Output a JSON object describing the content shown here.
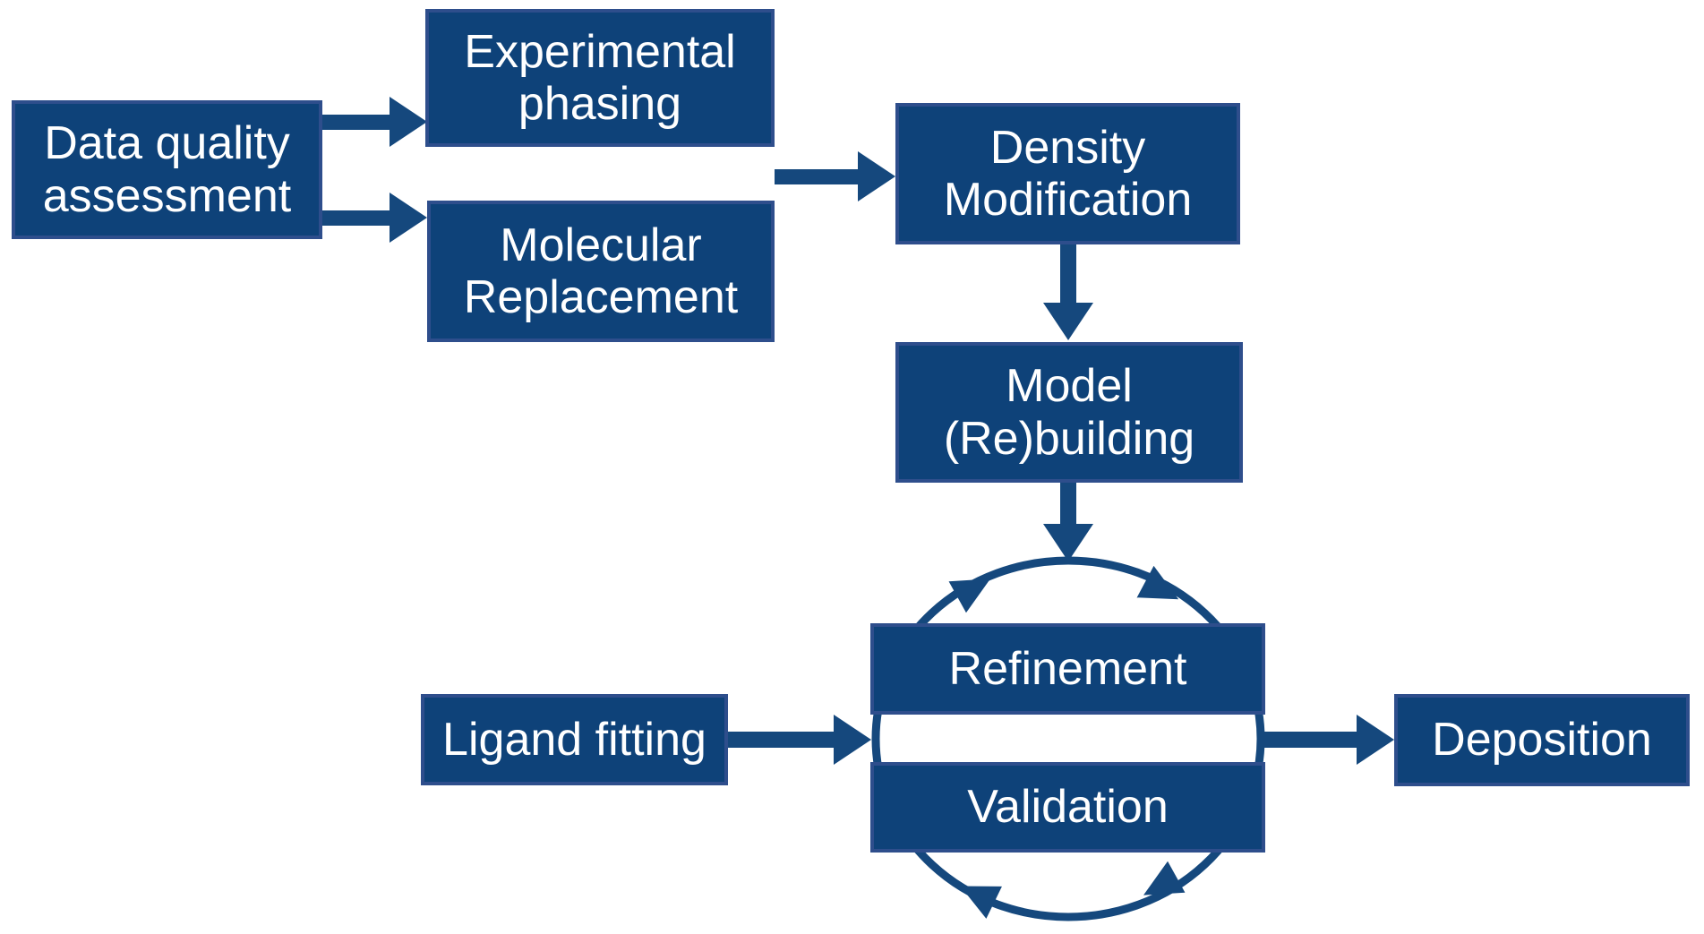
{
  "diagram": {
    "type": "flowchart",
    "subject": "crystallographic structure solution workflow",
    "colors": {
      "node_fill": "#0E4279",
      "node_border": "#2E4E8C",
      "arrow": "#15487D",
      "text": "#FFFFFF",
      "background": "#FFFFFF"
    },
    "nodes": {
      "data_quality_assessment": {
        "label": "Data quality\nassessment"
      },
      "experimental_phasing": {
        "label": "Experimental\nphasing"
      },
      "molecular_replacement": {
        "label": "Molecular\nReplacement"
      },
      "density_modification": {
        "label": "Density\nModification"
      },
      "model_rebuilding": {
        "label": "Model\n(Re)building"
      },
      "refinement": {
        "label": "Refinement"
      },
      "validation": {
        "label": "Validation"
      },
      "ligand_fitting": {
        "label": "Ligand fitting"
      },
      "deposition": {
        "label": "Deposition"
      }
    },
    "edges": [
      {
        "from": "Data quality assessment",
        "to": "Experimental phasing"
      },
      {
        "from": "Data quality assessment",
        "to": "Molecular Replacement"
      },
      {
        "from": "Experimental phasing / Molecular Replacement",
        "to": "Density Modification"
      },
      {
        "from": "Density Modification",
        "to": "Model (Re)building"
      },
      {
        "from": "Model (Re)building",
        "to": "Refinement-Validation cycle"
      },
      {
        "from": "Ligand fitting",
        "to": "Refinement-Validation cycle"
      },
      {
        "from": "Refinement-Validation cycle",
        "to": "Deposition"
      },
      {
        "from": "Refinement",
        "to": "Validation",
        "style": "circular-arrows-clockwise"
      }
    ]
  }
}
